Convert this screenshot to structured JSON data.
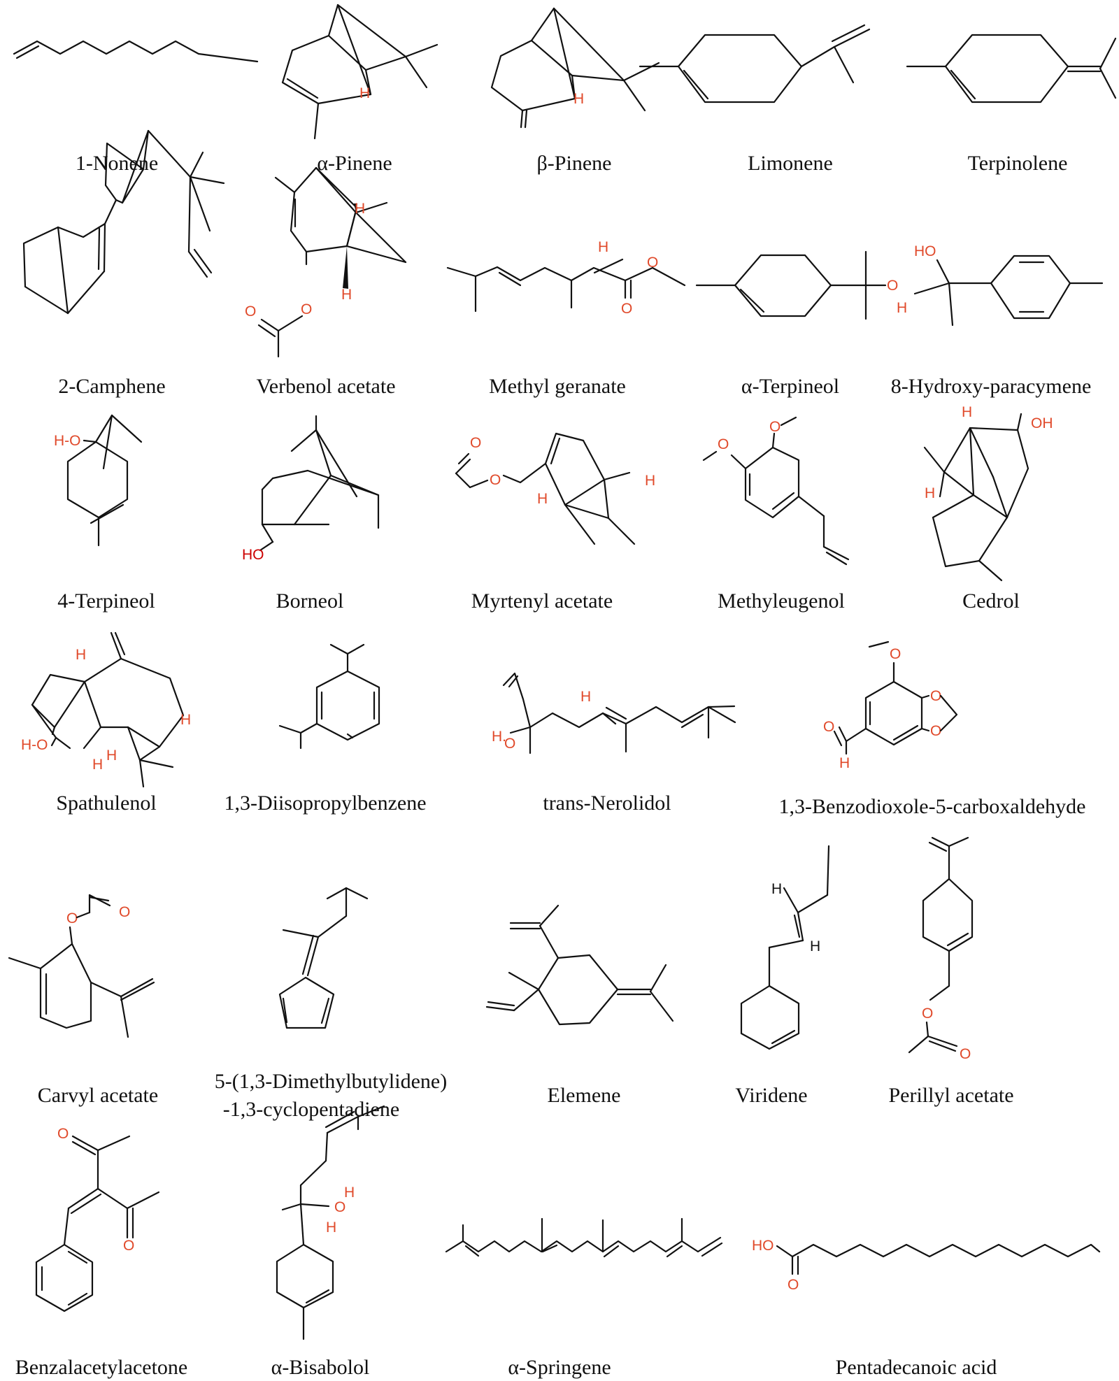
{
  "figure": {
    "compounds": [
      {
        "id": "c1",
        "name": "1-Nonene"
      },
      {
        "id": "c2",
        "name": "α-Pinene"
      },
      {
        "id": "c3",
        "name": "β-Pinene"
      },
      {
        "id": "c4",
        "name": "Limonene"
      },
      {
        "id": "c5",
        "name": "Terpinolene"
      },
      {
        "id": "c6",
        "name": "2-Camphene"
      },
      {
        "id": "c7",
        "name": "Verbenol acetate"
      },
      {
        "id": "c8",
        "name": "Methyl geranate"
      },
      {
        "id": "c9",
        "name": "α-Terpineol"
      },
      {
        "id": "c10",
        "name": "8-Hydroxy-paracymene"
      },
      {
        "id": "c11",
        "name": "4-Terpineol"
      },
      {
        "id": "c12",
        "name": "Borneol"
      },
      {
        "id": "c13",
        "name": "Myrtenyl acetate"
      },
      {
        "id": "c14",
        "name": "Methyleugenol"
      },
      {
        "id": "c15",
        "name": "Cedrol"
      },
      {
        "id": "c16",
        "name": "Spathulenol"
      },
      {
        "id": "c17",
        "name": "1,3-Diisopropylbenzene"
      },
      {
        "id": "c18",
        "name": "trans-Nerolidol"
      },
      {
        "id": "c19",
        "name": "1,3-Benzodioxole-5-carboxaldehyde"
      },
      {
        "id": "c20",
        "name": "Carvyl acetate"
      },
      {
        "id": "c21",
        "name": "5-(1,3-Dimethylbutylidene)",
        "name_line2": "-1,3-cyclopentadiene"
      },
      {
        "id": "c22",
        "name": "Elemene"
      },
      {
        "id": "c23",
        "name": "Viridene"
      },
      {
        "id": "c24",
        "name": "Perillyl acetate"
      },
      {
        "id": "c25",
        "name": "Benzalacetylacetone"
      },
      {
        "id": "c26",
        "name": "α-Bisabolol"
      },
      {
        "id": "c27",
        "name": "α-Springene"
      },
      {
        "id": "c28",
        "name": "Pentadecanoic acid"
      }
    ],
    "atom_labels": {
      "H": "H",
      "O": "O",
      "OH": "OH",
      "HO": "HO",
      "HOdash": "H-O",
      "HOdot": "H.",
      "atom_color": "#e0492a",
      "bond_color": "#111111"
    }
  }
}
